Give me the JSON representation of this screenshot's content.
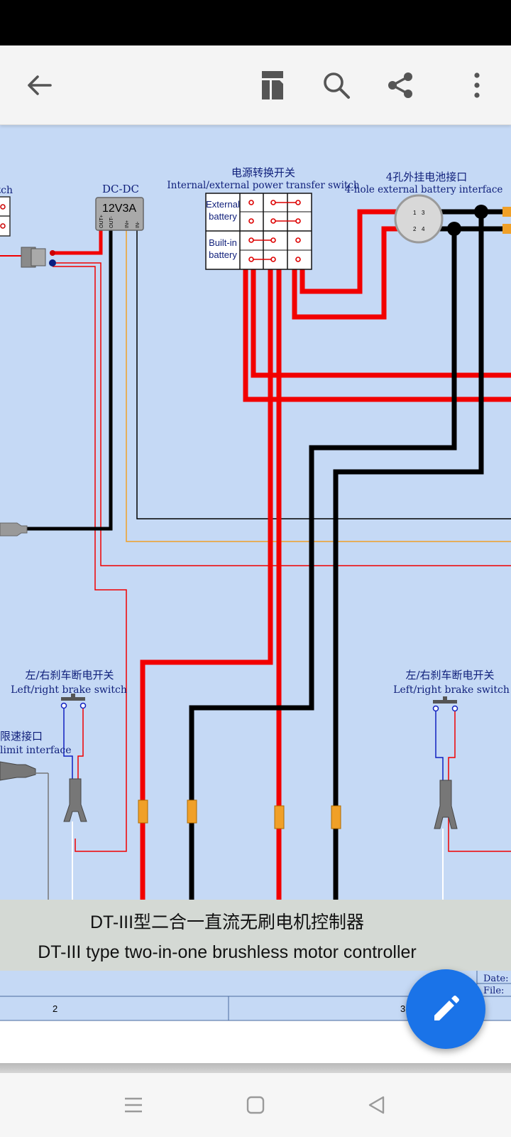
{
  "app_bar": {
    "icons": {
      "back": "arrow-left-icon",
      "outline": "document-outline-icon",
      "search": "search-icon",
      "share": "share-icon",
      "more": "more-vert-icon"
    }
  },
  "diagram": {
    "dcdc": {
      "title": "DC-DC",
      "rating": "12V3A",
      "pins": [
        "OUT+",
        "OUT-",
        "IN+",
        "IN-"
      ]
    },
    "power_switch": {
      "title_cn": "电源转换开关",
      "title_en": "Internal/external power transfer switch",
      "row1": "External battery",
      "row1_a": "External",
      "row1_b": "battery",
      "row2_a": "Built-in",
      "row2_b": "battery"
    },
    "battery_interface": {
      "title_cn": "4孔外挂电池接口",
      "title_en": "4-hole external battery interface",
      "pins": [
        "1",
        "3",
        "2",
        "4"
      ]
    },
    "switch_partial": "tch",
    "brake_left": {
      "cn": "左/右刹车断电开关",
      "en": "Left/right brake switch"
    },
    "brake_right": {
      "cn": "左/右刹车断电开关",
      "en": "Left/right brake switch"
    },
    "limit": {
      "cn": "限速接口",
      "en": "limit interface"
    },
    "title_block": {
      "title_cn": "DT-III型二合一直流无刷电机控制器",
      "title_en": "DT-III type two-in-one brushless motor controller",
      "date_label": "Date:",
      "file_label": "File:",
      "col2": "2",
      "col3": "3"
    }
  },
  "fab": {
    "icon": "edit-pencil-icon"
  },
  "nav_bar": {
    "icons": {
      "recents": "recents-icon",
      "home": "home-icon",
      "back": "nav-back-icon"
    }
  },
  "colors": {
    "diagram_bg": "#c5d9f5",
    "wire_red": "#f20000",
    "wire_black": "#000000",
    "wire_orange": "#f0a028",
    "fab": "#1a73e8"
  }
}
